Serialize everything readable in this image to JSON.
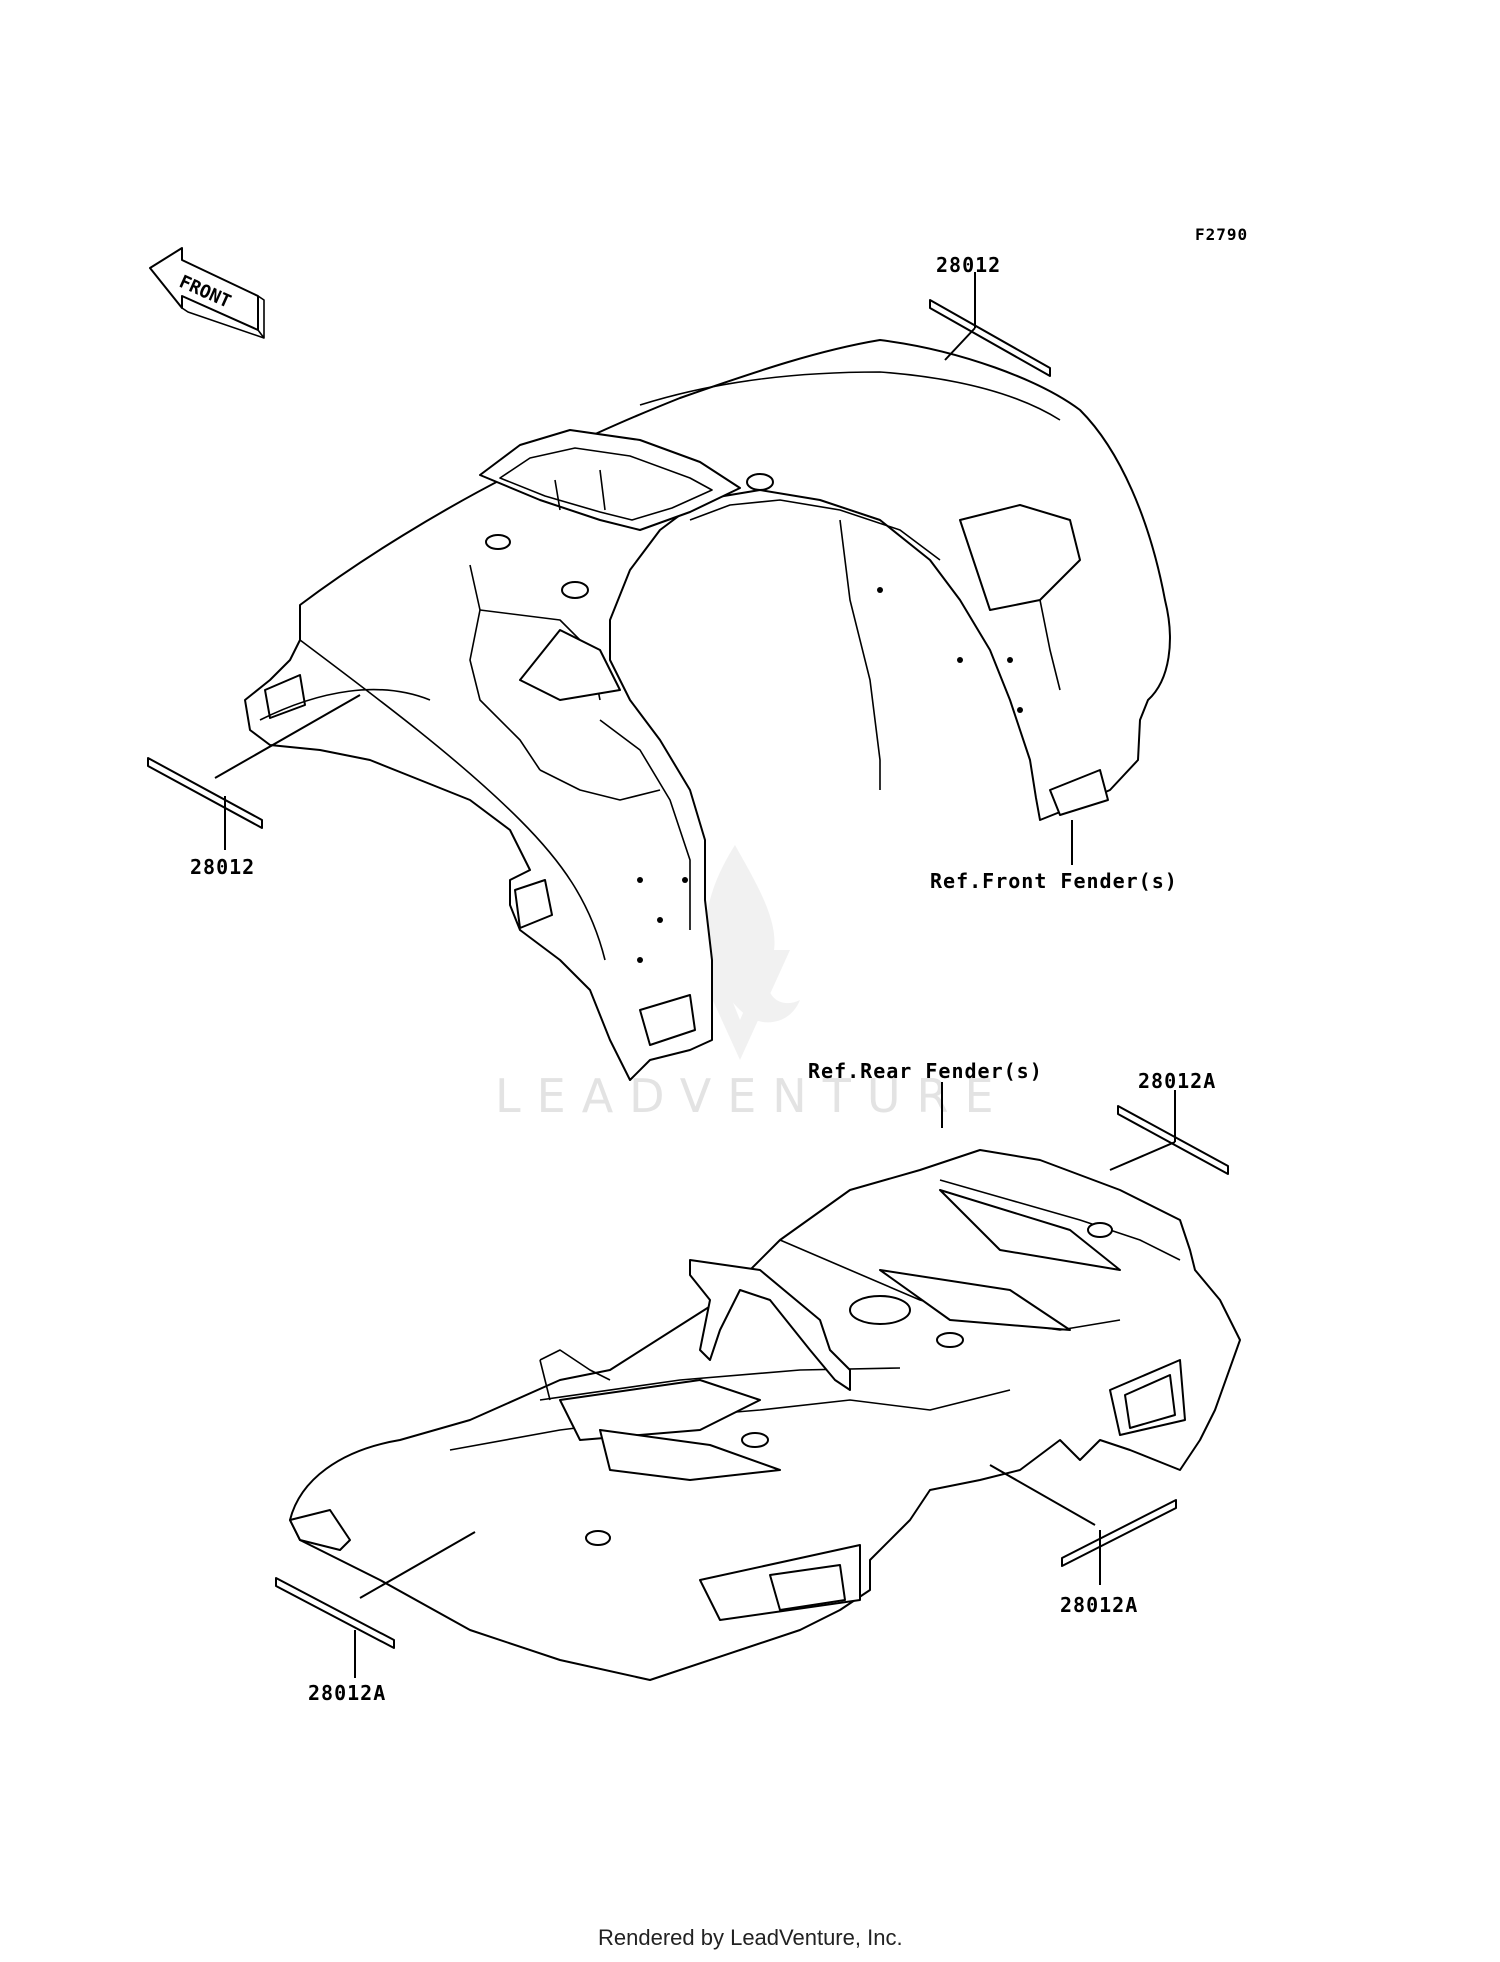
{
  "diagram": {
    "figure_code": "F2790",
    "front_label": "FRONT",
    "watermark": "LEADVENTURE",
    "footer": "Rendered by LeadVenture, Inc.",
    "refs": {
      "front_fender": "Ref.Front Fender(s)",
      "rear_fender": "Ref.Rear Fender(s)"
    },
    "part_labels": {
      "front_right_decal": "28012",
      "front_left_decal": "28012",
      "rear_top_decal": "28012A",
      "rear_right_decal": "28012A",
      "rear_left_decal": "28012A"
    }
  }
}
